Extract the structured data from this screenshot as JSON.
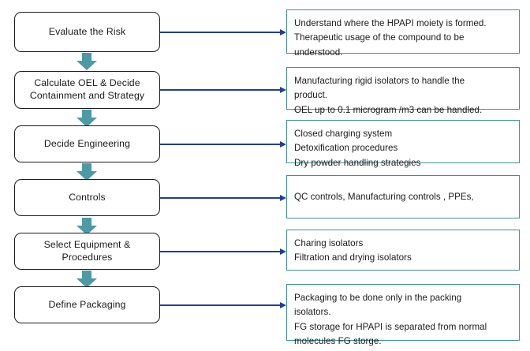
{
  "diagram": {
    "title": "HPAPI Containment Strategy Flowchart",
    "accent_teal": "#4c9aa6",
    "connector_blue": "#1f3e9e",
    "detail_border": "#3f8f98",
    "box_border": "#1a1a1a",
    "background": "#ffffff"
  },
  "steps": [
    {
      "id": "evaluate-the-risk",
      "label": "Evaluate the Risk",
      "detail": "Understand where the HPAPI moiety is formed.\nTherapeutic usage of the compound to be\nunderstood."
    },
    {
      "id": "calculate-oel-decide-containment-and-strategy",
      "label": "Calculate OEL & Decide\nContainment and Strategy",
      "detail": "Manufacturing rigid isolators to handle the\nproduct.\nOEL up to 0.1 microgram /m3 can be handled."
    },
    {
      "id": "decide-engineering",
      "label": "Decide Engineering",
      "detail": "Closed charging system\nDetoxification procedures\nDry powder handling  strategies"
    },
    {
      "id": "controls",
      "label": "Controls",
      "detail": "QC controls, Manufacturing controls , PPEs,"
    },
    {
      "id": "select-equipment-procedures",
      "label": "Select Equipment  &\nProcedures",
      "detail": "Charing isolators\nFiltration and drying isolators"
    },
    {
      "id": "define-packaging",
      "label": "Define Packaging",
      "detail": "Packaging to be done only in the packing\nisolators.\nFG storage for HPAPI is separated from normal\nmolecules FG storge."
    }
  ]
}
